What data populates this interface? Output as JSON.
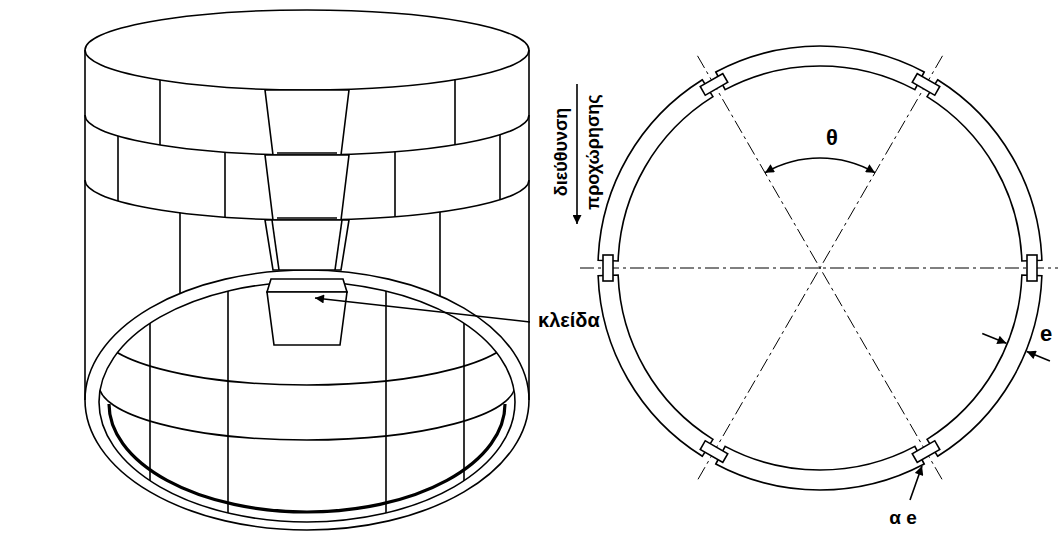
{
  "diagram": {
    "labels": [
      "διεύθυνση",
      "προχώρησης",
      "κλείδα",
      "θ",
      "e",
      "α e"
    ]
  }
}
